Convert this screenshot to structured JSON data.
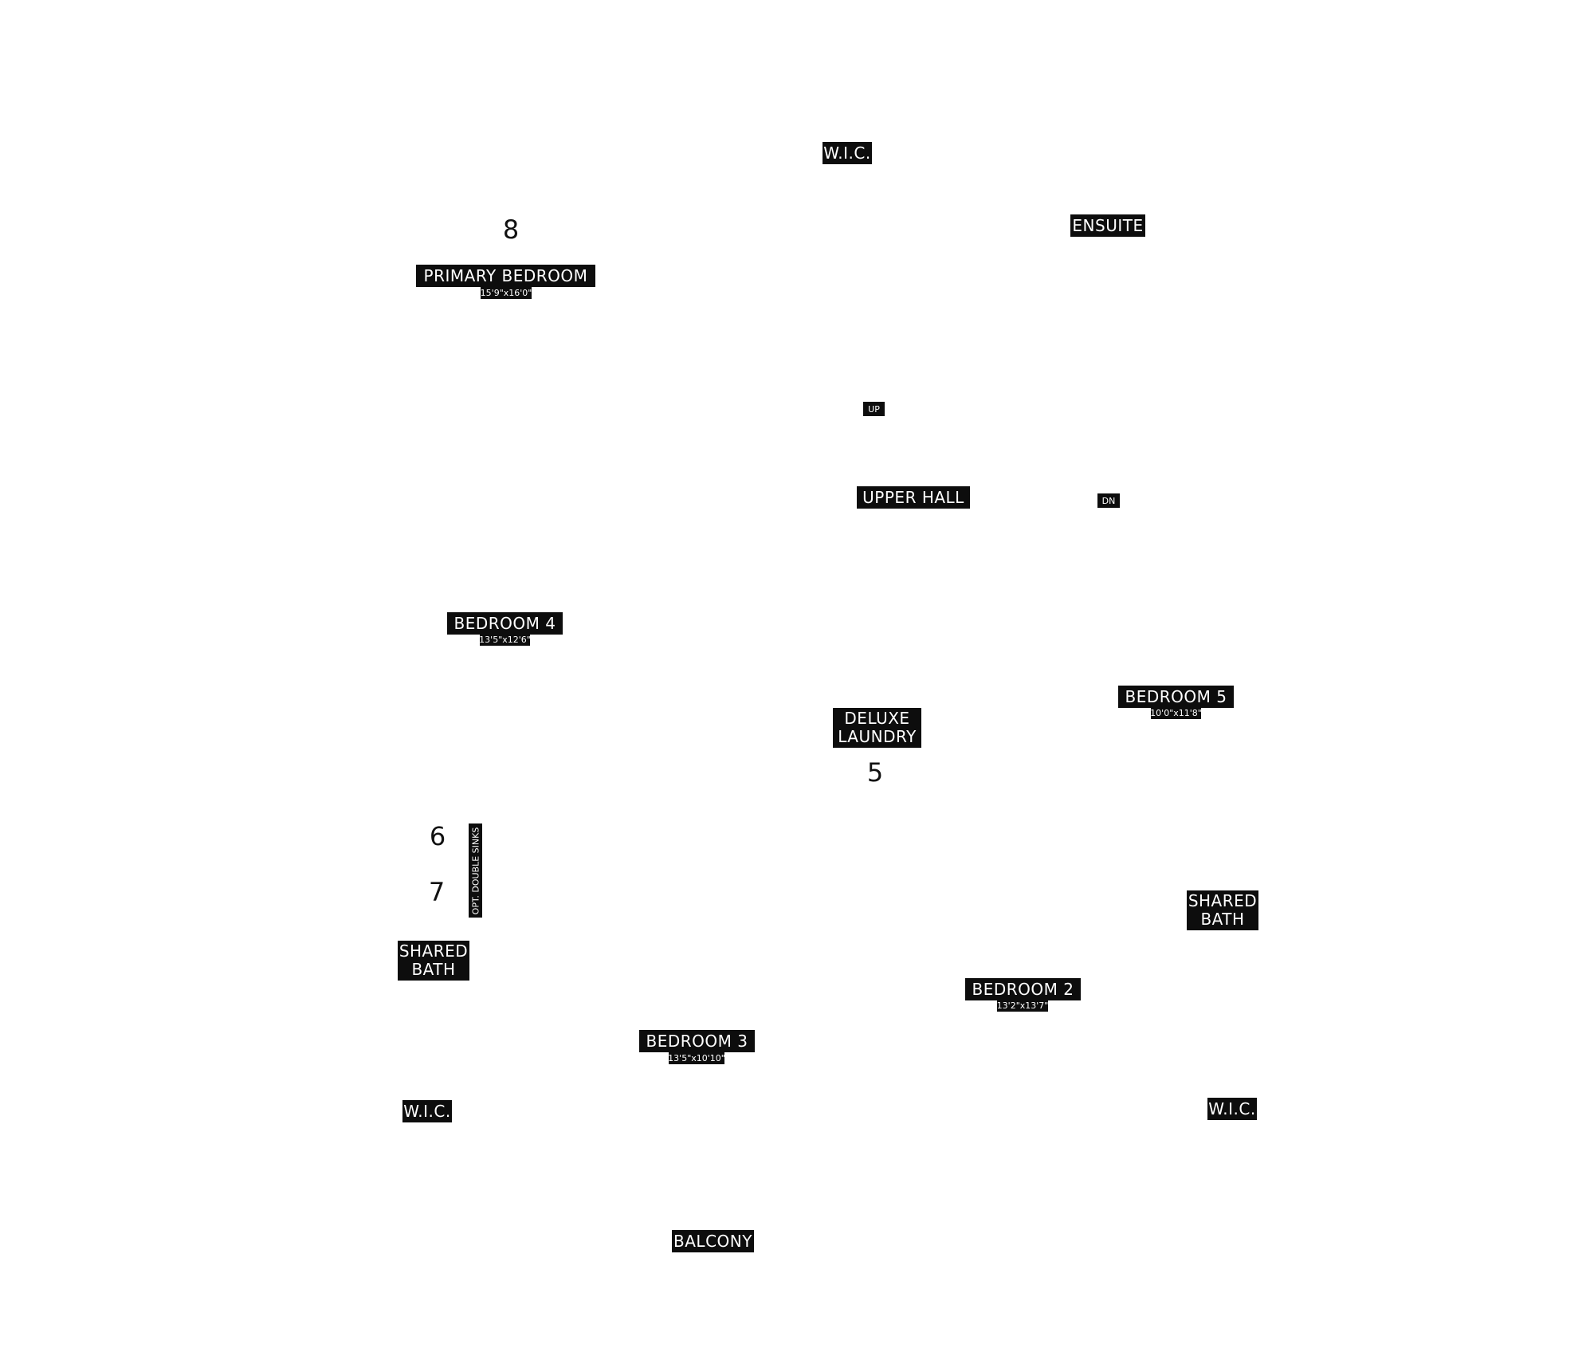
{
  "rooms": {
    "wic_top": "W.I.C.",
    "ensuite": "ENSUITE",
    "primary_bedroom": {
      "name": "PRIMARY BEDROOM",
      "size": "15'9\"x16'0\""
    },
    "stairs_up": "UP",
    "upper_hall": "UPPER HALL",
    "stairs_down": "DN",
    "bedroom_4": {
      "name": "BEDROOM 4",
      "size": "13'5\"x12'6\""
    },
    "bedroom_5": {
      "name": "BEDROOM 5",
      "size": "10'0\"x11'8\""
    },
    "deluxe_laundry": {
      "line1": "DELUXE",
      "line2": "LAUNDRY"
    },
    "opt_double_sinks": "OPT. DOUBLE SINKS",
    "shared_bath_left": {
      "line1": "SHARED",
      "line2": "BATH"
    },
    "shared_bath_right": {
      "line1": "SHARED",
      "line2": "BATH"
    },
    "bedroom_2": {
      "name": "BEDROOM 2",
      "size": "13'2\"x13'7\""
    },
    "bedroom_3": {
      "name": "BEDROOM 3",
      "size": "13'5\"x10'10\""
    },
    "wic_left": "W.I.C.",
    "wic_right": "W.I.C.",
    "balcony": "BALCONY"
  },
  "markers": {
    "m8": "8",
    "m5": "5",
    "m6": "6",
    "m7": "7"
  }
}
